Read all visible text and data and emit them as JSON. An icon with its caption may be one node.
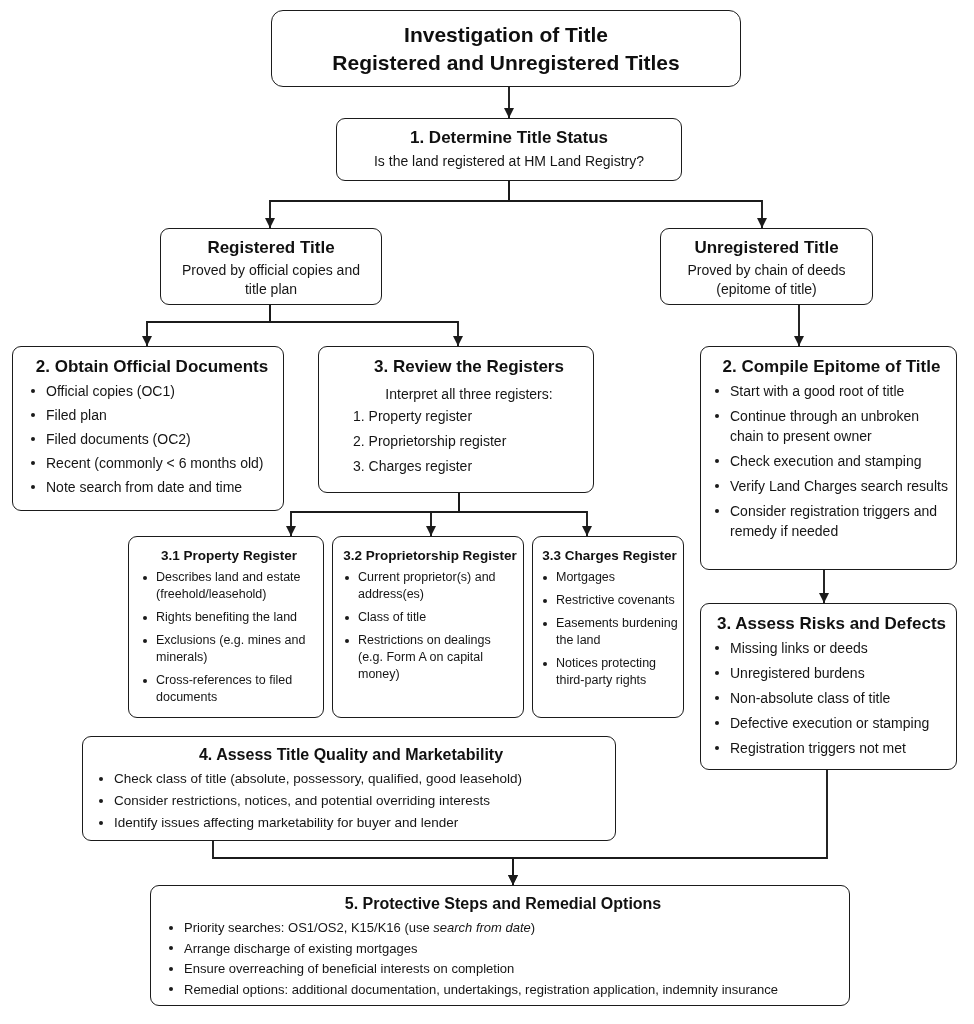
{
  "diagram": {
    "nodes": [
      {
        "text": [
          "Investigation of Title",
          "Registered and Unregistered Titles"
        ]
      },
      {
        "text": [
          "1. Determine Title Status",
          "Is the land registered at HM Land Registry?"
        ]
      },
      {
        "text": [
          "Registered Title",
          "Proved by official copies and title plan"
        ]
      },
      {
        "text": [
          "Unregistered Title",
          "Proved by chain of deeds (epitome of title)"
        ]
      },
      {
        "text": [
          "2. Obtain Official Documents",
          "Official copies (OC1)",
          "Filed plan",
          "Filed documents (OC2)",
          "Recent (commonly < 6 months old)",
          "Note search from date and time"
        ]
      },
      {
        "text": [
          "3. Review the Registers",
          "Interpret all three registers:",
          "1. Property register",
          "2. Proprietorship register",
          "3. Charges register"
        ]
      },
      {
        "text": [
          "2. Compile Epitome of Title",
          "Start with a good root of title",
          "Continue through an unbroken chain to present owner",
          "Check execution and stamping",
          "Verify Land Charges search results",
          "Consider registration triggers and remedy if needed"
        ]
      },
      {
        "text": [
          "3.1 Property Register",
          "Describes land and estate (freehold/leasehold)",
          "Rights benefiting the land",
          "Exclusions (e.g. mines and minerals)",
          "Cross-references to filed documents"
        ]
      },
      {
        "text": [
          "3.2 Proprietorship Register",
          "Current proprietor(s) and address(es)",
          "Class of title",
          "Restrictions on dealings (e.g. Form A on capital money)"
        ]
      },
      {
        "text": [
          "3.3 Charges Register",
          "Mortgages",
          "Restrictive covenants",
          "Easements burdening the land",
          "Notices protecting third-party rights"
        ]
      },
      {
        "text": [
          "3. Assess Risks and Defects",
          "Missing links or deeds",
          "Unregistered burdens",
          "Non-absolute class of title",
          "Defective execution or stamping",
          "Registration triggers not met"
        ]
      },
      {
        "text": [
          "4. Assess Title Quality and Marketability",
          "Check class of title (absolute, possessory, qualified, good leasehold)",
          "Consider restrictions, notices, and potential overriding interests",
          "Identify issues affecting marketability for buyer and lender"
        ]
      },
      {
        "text": [
          "5. Protective Steps and Remedial Options",
          "Priority searches: OS1/OS2, K15/K16 (use *search from date*)",
          "Arrange discharge of existing mortgages",
          "Ensure overreaching of beneficial interests on completion",
          "Remedial options: additional documentation, undertakings, registration application, indemnity insurance"
        ]
      }
    ],
    "edges": [
      {
        "from": 0,
        "to": 1,
        "arrow": "to"
      },
      {
        "from": 1,
        "to": 2,
        "arrow": "to"
      },
      {
        "from": 1,
        "to": 3,
        "arrow": "to"
      },
      {
        "from": 2,
        "to": 4,
        "arrow": "to"
      },
      {
        "from": 2,
        "to": 5,
        "arrow": "to"
      },
      {
        "from": 3,
        "to": 6,
        "arrow": "to"
      },
      {
        "from": 5,
        "to": 7,
        "arrow": "to"
      },
      {
        "from": 5,
        "to": 8,
        "arrow": "to"
      },
      {
        "from": 5,
        "to": 9,
        "arrow": "to"
      },
      {
        "from": 6,
        "to": 10,
        "arrow": "to"
      },
      {
        "from": 11,
        "to": 12,
        "arrow": "to"
      },
      {
        "from": 10,
        "to": 12,
        "arrow": "to"
      }
    ]
  }
}
